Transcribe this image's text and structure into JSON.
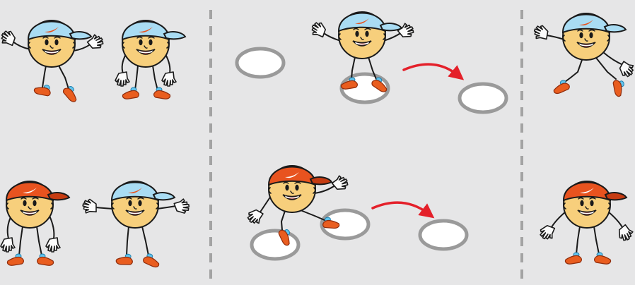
{
  "illustration": {
    "colors": {
      "background": "#e6e6e7",
      "skin": "#f7cf7c",
      "cap_blue": "#a9dcf3",
      "cap_orange": "#e8531f",
      "shoe": "#e95d1f",
      "arrow": "#e4202a",
      "ring_border": "#9a9a9a"
    },
    "characters": [
      {
        "id": "c1",
        "cap": "blue",
        "pose": "arms-out"
      },
      {
        "id": "c2",
        "cap": "blue",
        "pose": "arms-down"
      },
      {
        "id": "c3",
        "cap": "orange",
        "pose": "arms-down"
      },
      {
        "id": "c4",
        "cap": "blue",
        "pose": "arms-out"
      },
      {
        "id": "c5",
        "cap": "blue",
        "pose": "standing-in-ring"
      },
      {
        "id": "c6",
        "cap": "orange",
        "pose": "stepping-between-rings"
      },
      {
        "id": "c7",
        "cap": "blue",
        "pose": "hopping"
      },
      {
        "id": "c8",
        "cap": "orange",
        "pose": "arms-down"
      }
    ],
    "rings": 6,
    "arrows": 2,
    "dividers": 2
  }
}
